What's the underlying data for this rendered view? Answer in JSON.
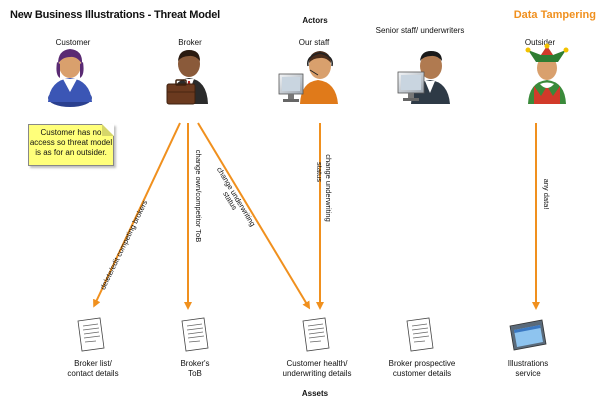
{
  "title": "New Business Illustrations - Threat Model",
  "tag": "Data Tampering",
  "section_actors": "Actors",
  "section_assets": "Assets",
  "actors": [
    {
      "id": "customer",
      "label": "Customer"
    },
    {
      "id": "broker",
      "label": "Broker"
    },
    {
      "id": "our-staff",
      "label": "Our staff"
    },
    {
      "id": "senior-staff",
      "label": "Senior staff/ underwriters"
    },
    {
      "id": "outsider",
      "label": "Outsider"
    }
  ],
  "note": "Customer has no access so threat model is as for an outsider.",
  "threats": [
    {
      "from": "broker",
      "to": "broker-list",
      "label": "delete/edit competing brokers"
    },
    {
      "from": "broker",
      "to": "brokers-tob",
      "label": "change own/competitor ToB"
    },
    {
      "from": "broker",
      "to": "customer-health",
      "label": "change underwriting status"
    },
    {
      "from": "our-staff",
      "to": "customer-health",
      "label": "change underwriting status"
    },
    {
      "from": "outsider",
      "to": "illustrations-service",
      "label": "any data!"
    }
  ],
  "assets": [
    {
      "id": "broker-list",
      "label_line1": "Broker list/",
      "label_line2": "contact details"
    },
    {
      "id": "brokers-tob",
      "label_line1": "Broker's",
      "label_line2": "ToB"
    },
    {
      "id": "customer-health",
      "label_line1": "Customer health/",
      "label_line2": "underwriting details"
    },
    {
      "id": "broker-prospective",
      "label_line1": "Broker prospective",
      "label_line2": "customer details"
    },
    {
      "id": "illustrations-service",
      "label_line1": "Illustrations",
      "label_line2": "service"
    }
  ],
  "colors": {
    "arrow": "#f0901e",
    "note_fill": "#ffff7a",
    "tag": "#f0901e"
  }
}
